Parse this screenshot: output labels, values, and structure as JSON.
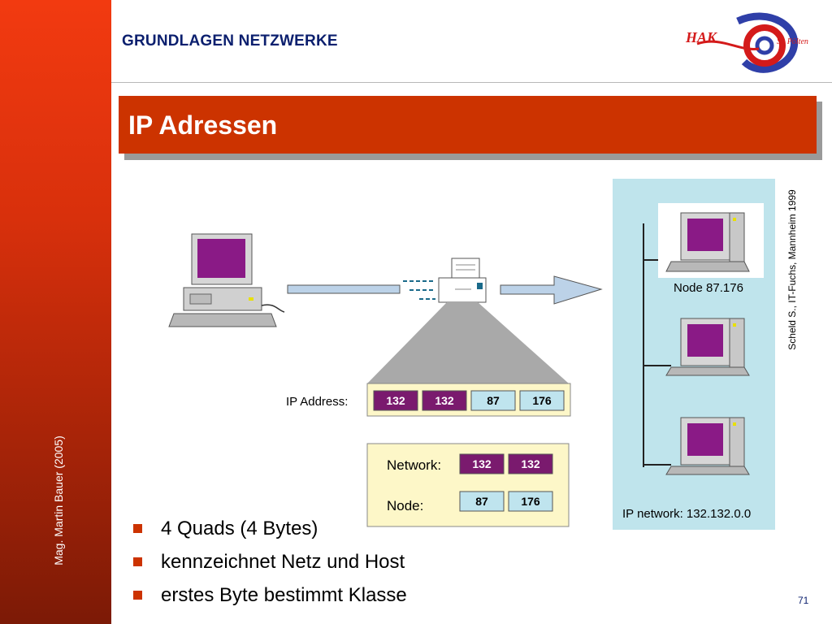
{
  "header": {
    "title": "GRUNDLAGEN NETZWERKE"
  },
  "sidebar": {
    "author": "Mag. Martin Bauer (2005)"
  },
  "logo": {
    "text_main": "HAK",
    "text_city": "St. Pölten"
  },
  "slide": {
    "title": "IP Adressen",
    "page_number": "71"
  },
  "diagram": {
    "ip_address_label": "IP Address:",
    "ip_bytes": [
      "132",
      "132",
      "87",
      "176"
    ],
    "network_label": "Network:",
    "network_bytes": [
      "132",
      "132"
    ],
    "node_label": "Node:",
    "node_bytes": [
      "87",
      "176"
    ],
    "node_name_label": "Node 87.176",
    "ip_network_label": "IP network: 132.132.0.0",
    "credit": "Scheld S., IT-Fuchs, Mannheim 1999",
    "colors": {
      "byte_network": "#7a1a6e",
      "byte_node": "#bfe4ee",
      "panel": "#bfe4ec",
      "box": "#fdf7c8",
      "screen": "#8a1a86"
    }
  },
  "bullets": [
    "4 Quads (4 Bytes)",
    "kennzeichnet Netz und Host",
    "erstes Byte bestimmt Klasse"
  ]
}
